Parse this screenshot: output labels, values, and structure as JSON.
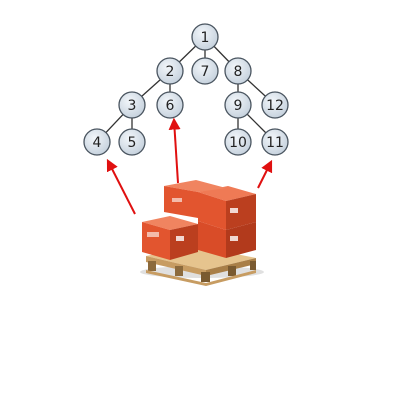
{
  "colors": {
    "node_fill": "#d9e2ec",
    "node_stroke": "#4a5560",
    "edge": "#333333",
    "arrow": "#e01010",
    "box_front": "#e2552f",
    "box_side": "#bb3f1f",
    "box_top": "#ef7a55",
    "pallet": "#d8b27c",
    "pallet_dark": "#b88e55"
  },
  "tree": {
    "nodes": [
      {
        "id": "n1",
        "label": "1"
      },
      {
        "id": "n2",
        "label": "2"
      },
      {
        "id": "n7",
        "label": "7"
      },
      {
        "id": "n8",
        "label": "8"
      },
      {
        "id": "n3",
        "label": "3"
      },
      {
        "id": "n6",
        "label": "6"
      },
      {
        "id": "n9",
        "label": "9"
      },
      {
        "id": "n12",
        "label": "12"
      },
      {
        "id": "n4",
        "label": "4"
      },
      {
        "id": "n5",
        "label": "5"
      },
      {
        "id": "n10",
        "label": "10"
      },
      {
        "id": "n11",
        "label": "11"
      }
    ],
    "edges": [
      [
        "n1",
        "n2"
      ],
      [
        "n1",
        "n7"
      ],
      [
        "n1",
        "n8"
      ],
      [
        "n2",
        "n3"
      ],
      [
        "n2",
        "n6"
      ],
      [
        "n8",
        "n9"
      ],
      [
        "n8",
        "n12"
      ],
      [
        "n3",
        "n4"
      ],
      [
        "n3",
        "n5"
      ],
      [
        "n9",
        "n10"
      ],
      [
        "n9",
        "n11"
      ]
    ],
    "arrow_targets": [
      "n4",
      "n6",
      "n11"
    ]
  }
}
